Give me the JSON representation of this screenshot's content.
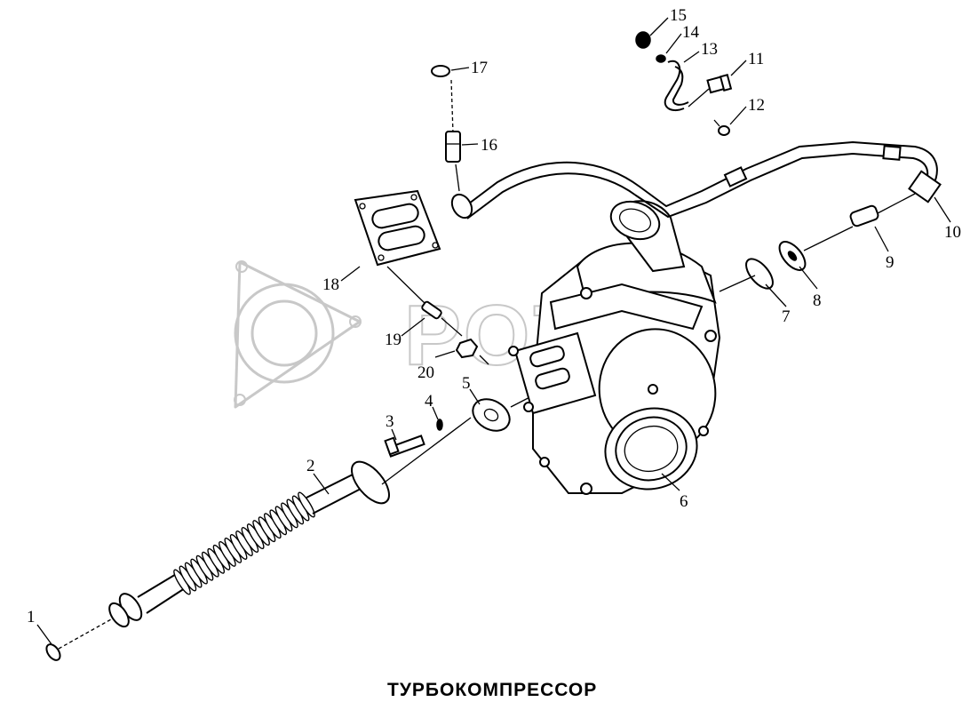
{
  "title": "ТУРБОКОМПРЕССОР",
  "watermark": "РОТОР",
  "callouts": [
    {
      "id": "callout-1",
      "label": "1"
    },
    {
      "id": "callout-2",
      "label": "2"
    },
    {
      "id": "callout-3",
      "label": "3"
    },
    {
      "id": "callout-4",
      "label": "4"
    },
    {
      "id": "callout-5",
      "label": "5"
    },
    {
      "id": "callout-6",
      "label": "6"
    },
    {
      "id": "callout-7",
      "label": "7"
    },
    {
      "id": "callout-8",
      "label": "8"
    },
    {
      "id": "callout-9",
      "label": "9"
    },
    {
      "id": "callout-10",
      "label": "10"
    },
    {
      "id": "callout-11",
      "label": "11"
    },
    {
      "id": "callout-12",
      "label": "12"
    },
    {
      "id": "callout-13",
      "label": "13"
    },
    {
      "id": "callout-14",
      "label": "14"
    },
    {
      "id": "callout-15",
      "label": "15"
    },
    {
      "id": "callout-16",
      "label": "16"
    },
    {
      "id": "callout-17",
      "label": "17"
    },
    {
      "id": "callout-18",
      "label": "18"
    },
    {
      "id": "callout-19",
      "label": "19"
    },
    {
      "id": "callout-20",
      "label": "20"
    }
  ],
  "colors": {
    "ink": "#000000",
    "watermark": "#c8c8c8",
    "background": "#ffffff"
  }
}
